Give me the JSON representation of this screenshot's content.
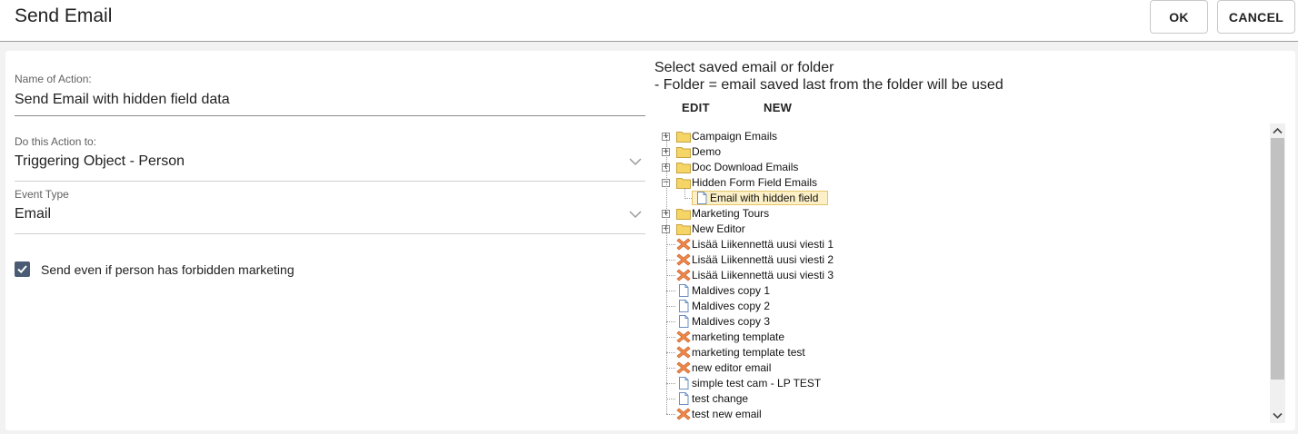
{
  "header": {
    "title": "Send Email",
    "ok_label": "OK",
    "cancel_label": "CANCEL"
  },
  "form": {
    "name_label": "Name of Action:",
    "name_value": "Send Email with hidden field data",
    "target_label": "Do this Action to:",
    "target_value": "Triggering Object - Person",
    "event_label": "Event Type",
    "event_value": "Email",
    "checkbox_label": "Send even if person has forbidden marketing",
    "checkbox_checked": true
  },
  "picker": {
    "hint_line1": "Select saved email or folder",
    "hint_line2": "- Folder = email saved last from the folder will be used",
    "edit_label": "EDIT",
    "new_label": "NEW"
  },
  "tree": [
    {
      "label": "Campaign Emails",
      "type": "folder",
      "expander": "+"
    },
    {
      "label": "Demo",
      "type": "folder",
      "expander": "+"
    },
    {
      "label": "Doc Download Emails",
      "type": "folder",
      "expander": "+"
    },
    {
      "label": "Hidden Form Field Emails",
      "type": "folder",
      "expander": "-"
    },
    {
      "label": "Email with hidden field",
      "type": "doc",
      "child": true,
      "selected": true
    },
    {
      "label": "Marketing Tours",
      "type": "folder",
      "expander": "+"
    },
    {
      "label": "New Editor",
      "type": "folder",
      "expander": "+"
    },
    {
      "label": "Lisää Liikennettä uusi viesti 1",
      "type": "cross"
    },
    {
      "label": "Lisää Liikennettä uusi viesti 2",
      "type": "cross"
    },
    {
      "label": "Lisää Liikennettä uusi viesti 3",
      "type": "cross"
    },
    {
      "label": "Maldives copy 1",
      "type": "doc"
    },
    {
      "label": "Maldives copy 2",
      "type": "doc"
    },
    {
      "label": "Maldives copy 3",
      "type": "doc"
    },
    {
      "label": "marketing template",
      "type": "cross"
    },
    {
      "label": "marketing template test",
      "type": "cross"
    },
    {
      "label": "new editor email",
      "type": "cross"
    },
    {
      "label": "simple test cam - LP TEST",
      "type": "doc"
    },
    {
      "label": "test change",
      "type": "doc"
    },
    {
      "label": "test new email",
      "type": "cross"
    }
  ],
  "colors": {
    "accent_checkbox": "#4a5b73",
    "folder": "#f5d565",
    "selected_bg": "#fdf0c7",
    "cross_icon": "#f08a4b"
  }
}
